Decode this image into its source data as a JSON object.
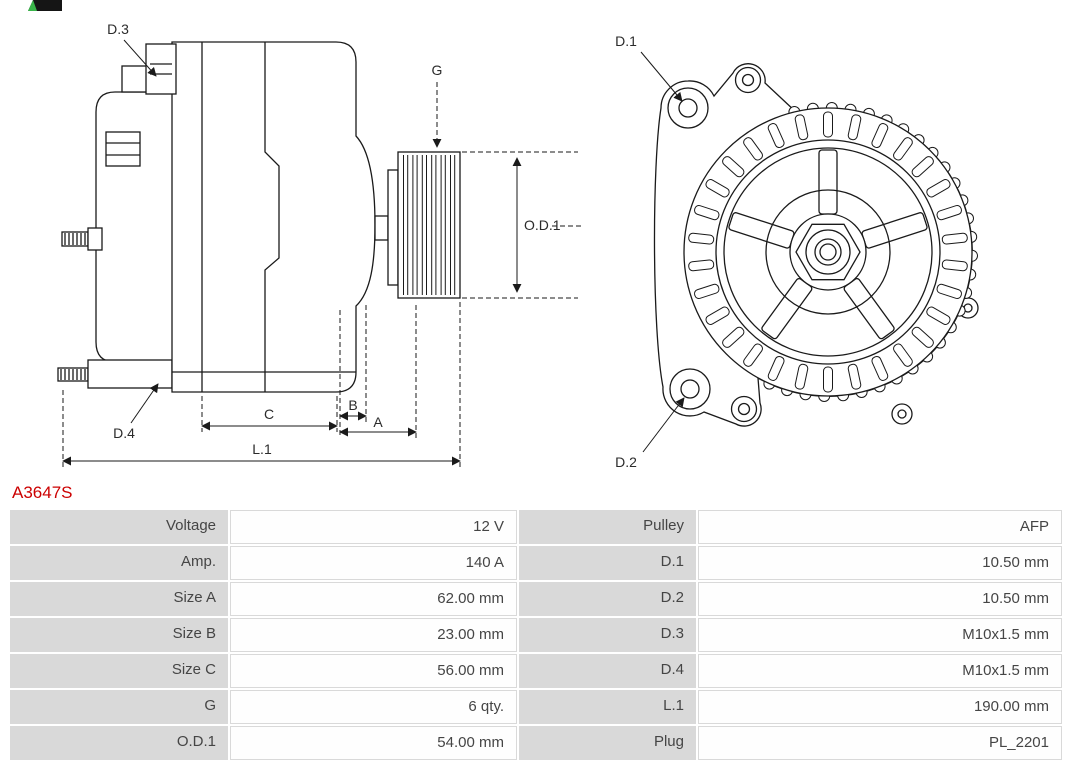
{
  "page": {
    "part_number": "A3647S"
  },
  "colors": {
    "part_number_red": "#cc0000",
    "table_label_bg": "#d9d9d9",
    "drawing_line": "#1a1a1a"
  },
  "diagram": {
    "side_view": {
      "labels": {
        "d3": "D.3",
        "g": "G",
        "od1": "O.D.1",
        "d4": "D.4",
        "c": "C",
        "b": "B",
        "a": "A",
        "l1": "L.1"
      }
    },
    "rear_view": {
      "labels": {
        "d1": "D.1",
        "d2": "D.2"
      }
    }
  },
  "spec_table": {
    "rows": [
      {
        "label_left": "Voltage",
        "value_left": "12 V",
        "label_right": "Pulley",
        "value_right": "AFP"
      },
      {
        "label_left": "Amp.",
        "value_left": "140 A",
        "label_right": "D.1",
        "value_right": "10.50 mm"
      },
      {
        "label_left": "Size A",
        "value_left": "62.00 mm",
        "label_right": "D.2",
        "value_right": "10.50 mm"
      },
      {
        "label_left": "Size B",
        "value_left": "23.00 mm",
        "label_right": "D.3",
        "value_right": "M10x1.5 mm"
      },
      {
        "label_left": "Size C",
        "value_left": "56.00 mm",
        "label_right": "D.4",
        "value_right": "M10x1.5 mm"
      },
      {
        "label_left": "G",
        "value_left": "6 qty.",
        "label_right": "L.1",
        "value_right": "190.00 mm"
      },
      {
        "label_left": "O.D.1",
        "value_left": "54.00 mm",
        "label_right": "Plug",
        "value_right": "PL_2201"
      }
    ]
  }
}
